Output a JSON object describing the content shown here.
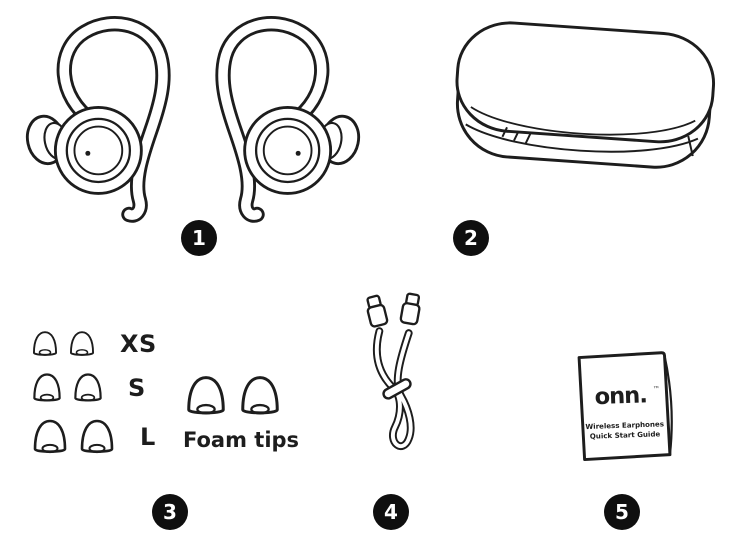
{
  "colors": {
    "ink": "#1d1d1d",
    "paper": "#ffffff",
    "badge-bg": "#0f0f0f",
    "badge-text": "#ffffff"
  },
  "items": [
    {
      "id": "earbuds",
      "number": "1"
    },
    {
      "id": "charging-case",
      "number": "2"
    },
    {
      "id": "ear-tips",
      "number": "3"
    },
    {
      "id": "charging-cable",
      "number": "4"
    },
    {
      "id": "quick-start-guide",
      "number": "5"
    }
  ],
  "ear_tips": {
    "size_xs": "XS",
    "size_s": "S",
    "size_l": "L",
    "foam_label": "Foam tips"
  },
  "booklet": {
    "brand": "onn.",
    "trademark": "™",
    "line1": "Wireless Earphones",
    "line2": "Quick Start Guide"
  }
}
